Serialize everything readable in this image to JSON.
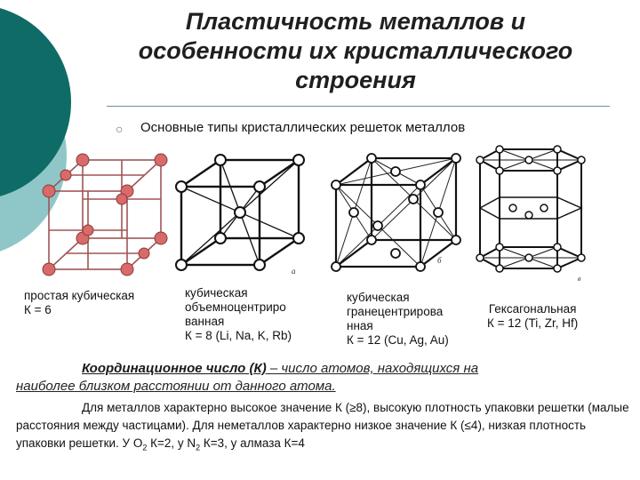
{
  "slide": {
    "title_lines": [
      "Пластичность металлов и",
      "особенности их кристаллического",
      "строения"
    ],
    "bullet_symbol": "○",
    "subtitle": "Основные типы кристаллических решеток металлов",
    "lattices": [
      {
        "name": "simple-cubic",
        "caption_lines": [
          "простая кубическая",
          "К = 6"
        ]
      },
      {
        "name": "body-centered-cubic",
        "caption_lines": [
          "кубическая",
          "объемноцентриро",
          "ванная",
          "К = 8 (Li, Na, K, Rb)"
        ],
        "figure_mark": "a"
      },
      {
        "name": "face-centered-cubic",
        "caption_lines": [
          "кубическая",
          "гранецентрирова",
          "нная",
          "К = 12 (Cu, Ag, Au)"
        ],
        "figure_mark": "б"
      },
      {
        "name": "hexagonal",
        "caption_lines": [
          "Гексагональная",
          "К = 12 (Ti, Zr, Hf)"
        ],
        "figure_mark": "в"
      }
    ],
    "definition": {
      "lead": "Координационное число (К)",
      "rest_1": " – число атомов, находящихся на",
      "rest_2": "наиболее близком расстоянии от данного атома."
    },
    "paragraph": {
      "part1": "Для металлов характерно высокое значение К (≥8), высокую плотность упаковки решетки (малые расстояния между частицами). Для неметаллов характерно низкое значение К (≤4), низкая плотность упаковки решетки. У O",
      "sub1": "2",
      "part2": " К=2, у N",
      "sub2": "2",
      "part3": " К=3, у алмаза К=4"
    },
    "colors": {
      "teal_dark": "#0f6b66",
      "teal_light": "#8fc7c9",
      "atom_red": "#d86a6a",
      "rule": "#6f8fa1"
    }
  }
}
